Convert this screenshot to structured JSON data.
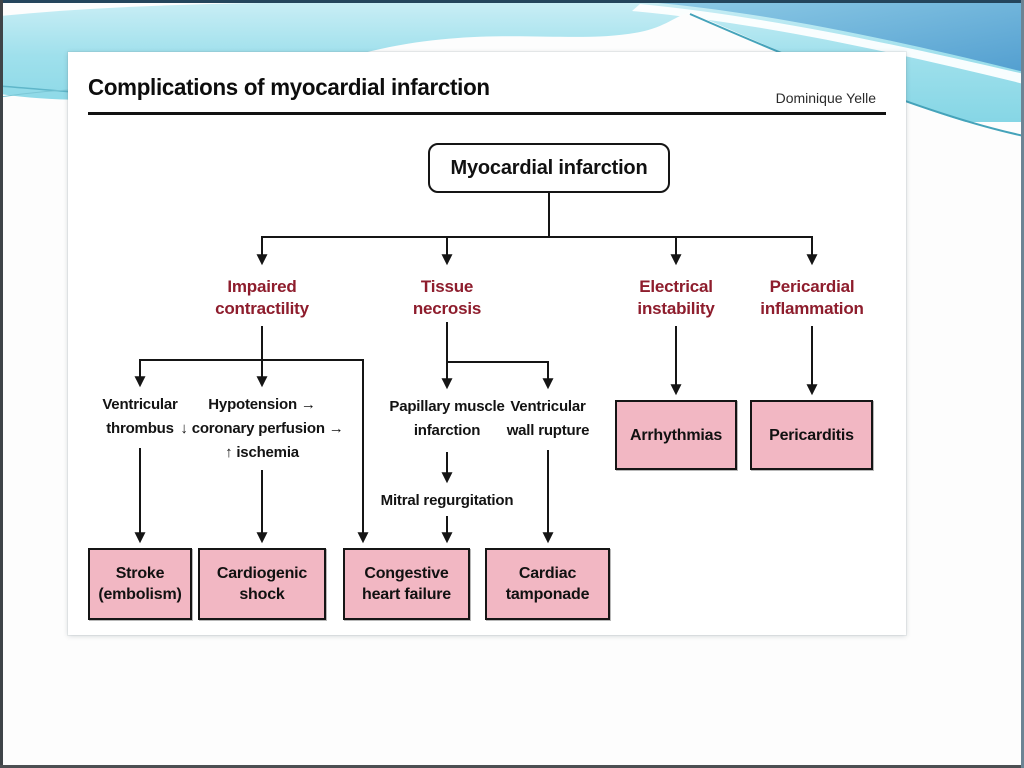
{
  "slide": {
    "title": "Complications of myocardial infarction",
    "author": "Dominique Yelle"
  },
  "diagram": {
    "root": "Myocardial infarction",
    "categories": {
      "impaired": "Impaired\ncontractility",
      "tissue": "Tissue\nnecrosis",
      "electrical": "Electrical\ninstability",
      "pericardial": "Pericardial\ninflammation"
    },
    "intermediates": {
      "ventricular_thrombus": "Ventricular\nthrombus",
      "hypotension": "Hypotension →\n↓ coronary perfusion →\n↑ ischemia",
      "papillary": "Papillary muscle\ninfarction",
      "wall_rupture": "Ventricular\nwall rupture",
      "mitral": "Mitral regurgitation"
    },
    "outcomes": {
      "stroke": "Stroke\n(embolism)",
      "cardiogenic": "Cardiogenic\nshock",
      "chf": "Congestive\nheart failure",
      "tamponade": "Cardiac\ntamponade",
      "arrhythmias": "Arrhythmias",
      "pericarditis": "Pericarditis"
    }
  },
  "colors": {
    "category_text": "#8e1d2d",
    "outcome_fill": "#f2b7c3",
    "line": "#151515",
    "theme_cyan": "#8adce9",
    "theme_blue": "#5fa8d2"
  }
}
